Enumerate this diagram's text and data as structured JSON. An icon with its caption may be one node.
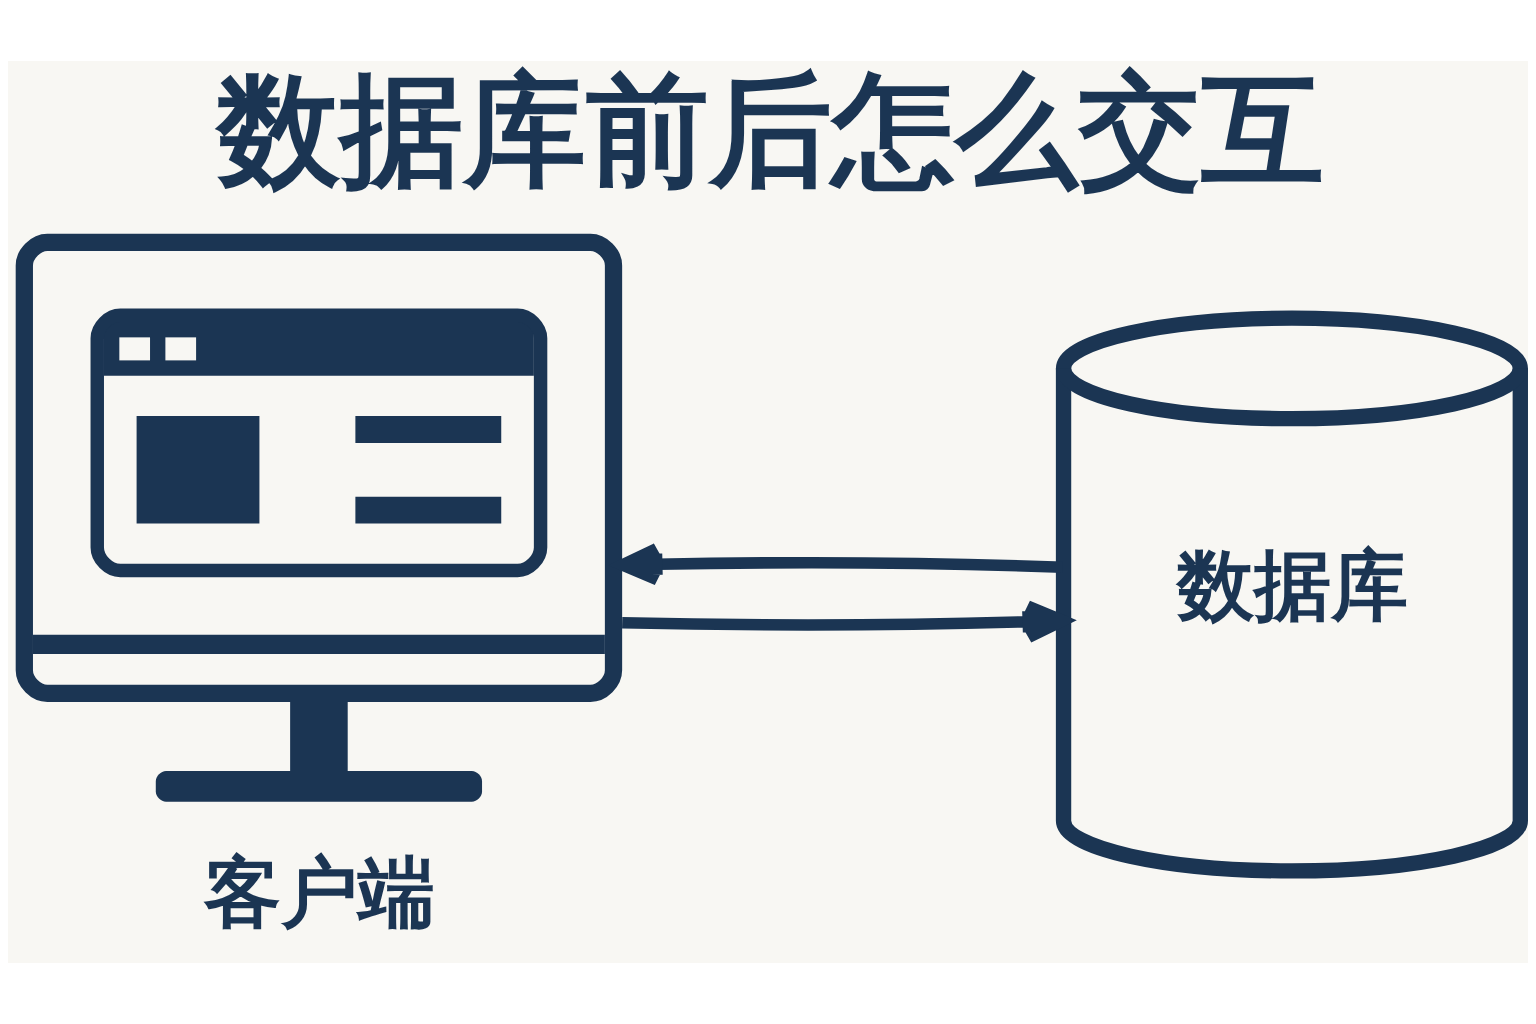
{
  "diagram": {
    "title": "数据库前后怎么交互",
    "nodes": [
      {
        "text": [
          "客户端"
        ]
      },
      {
        "text": [
          "数据库"
        ]
      }
    ],
    "edges": [
      {
        "from": 0,
        "to": 1,
        "arrow": "to"
      },
      {
        "from": 1,
        "to": 0,
        "arrow": "to"
      }
    ]
  }
}
